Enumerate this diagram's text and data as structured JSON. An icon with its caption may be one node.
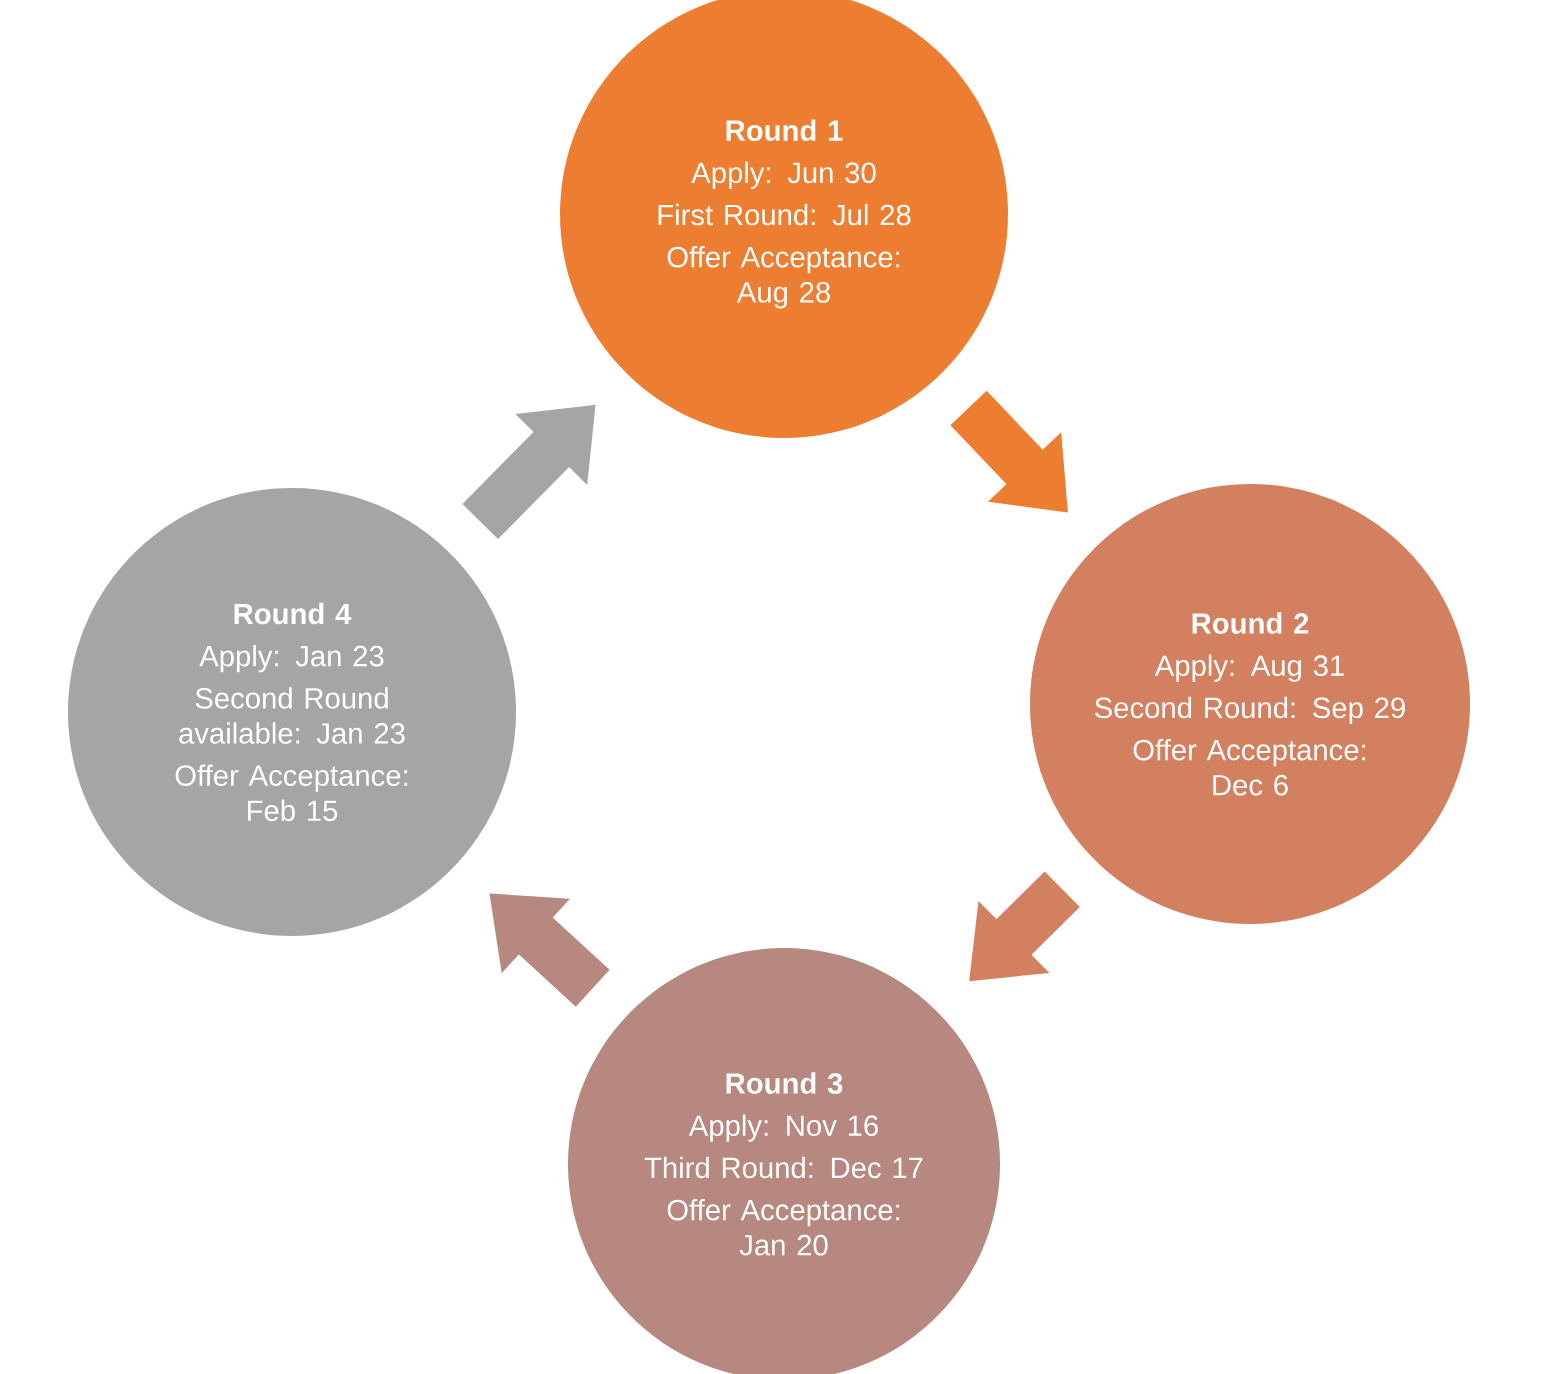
{
  "diagram": {
    "nodes": [
      {
        "text": [
          "Round 1",
          "Apply: Jun 30",
          "First Round: Jul 28",
          "Offer Acceptance: Aug 28"
        ]
      },
      {
        "text": [
          "Round 2",
          "Apply: Aug 31",
          "Second Round: Sep 29",
          "Offer Acceptance: Dec 6"
        ]
      },
      {
        "text": [
          "Round 3",
          "Apply: Nov 16",
          "Third Round: Dec 17",
          "Offer Acceptance: Jan 20"
        ]
      },
      {
        "text": [
          "Round 4",
          "Apply: Jan 23",
          "Second Round available: Jan 23",
          "Offer Acceptance: Feb 15"
        ]
      }
    ],
    "edges": [
      {
        "from": 0,
        "to": 1,
        "arrow": "to",
        "color": "#ed7d31"
      },
      {
        "from": 1,
        "to": 2,
        "arrow": "to",
        "color": "#d2805f"
      },
      {
        "from": 2,
        "to": 3,
        "arrow": "to",
        "color": "#b68880"
      },
      {
        "from": 3,
        "to": 0,
        "arrow": "to",
        "color": "#a5a5a5"
      }
    ]
  }
}
